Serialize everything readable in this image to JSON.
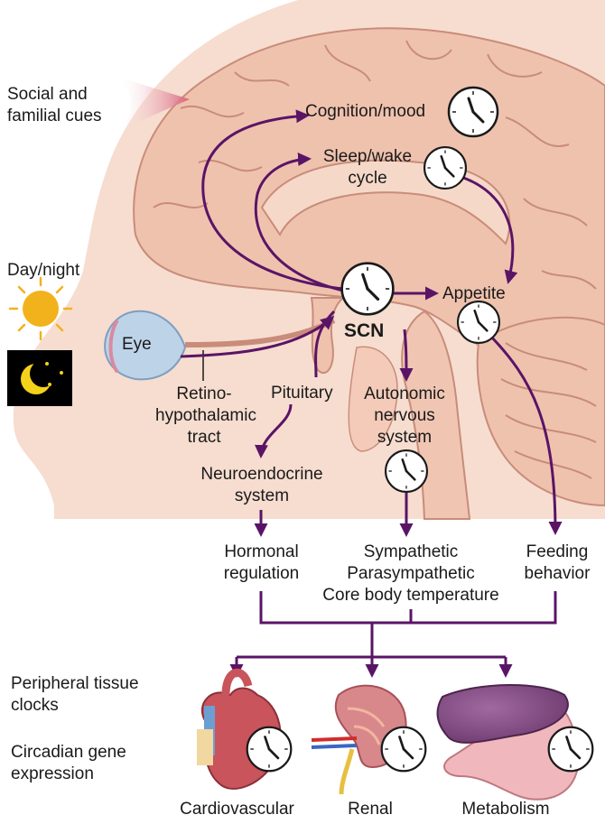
{
  "cues": {
    "social": [
      "Social and",
      "familial cues"
    ],
    "day_night": "Day/night",
    "eye": "Eye",
    "retino": [
      "Retino-",
      "hypothalamic",
      "tract"
    ]
  },
  "brain": {
    "cognition": "Cognition/mood",
    "sleep": [
      "Sleep/wake",
      "cycle"
    ],
    "appetite": "Appetite",
    "scn": "SCN",
    "pituitary": "Pituitary",
    "autonomic": [
      "Autonomic",
      "nervous",
      "system"
    ],
    "neuroendocrine": [
      "Neuroendocrine",
      "system"
    ]
  },
  "outputs": {
    "hormonal": [
      "Hormonal",
      "regulation"
    ],
    "sympathetic": [
      "Sympathetic",
      "Parasympathetic",
      "Core body temperature"
    ],
    "feeding": [
      "Feeding",
      "behavior"
    ]
  },
  "peripheral": {
    "tissue": [
      "Peripheral tissue",
      "clocks"
    ],
    "gene": [
      "Circadian gene",
      "expression"
    ],
    "organs": [
      "Cardiovascular",
      "Renal",
      "Metabolism"
    ]
  },
  "colors": {
    "arrow": "#5a1466",
    "brain": "#efc2ae",
    "skin": "#f6ddcf",
    "sun": "#f2b21c",
    "night": "#000000",
    "moon": "#f5d21a",
    "eye": "#bdd3e8"
  },
  "icons": [
    "clock-icon",
    "sun-icon",
    "moon-icon",
    "eye-icon",
    "heart-icon",
    "kidney-icon",
    "liver-icon"
  ]
}
